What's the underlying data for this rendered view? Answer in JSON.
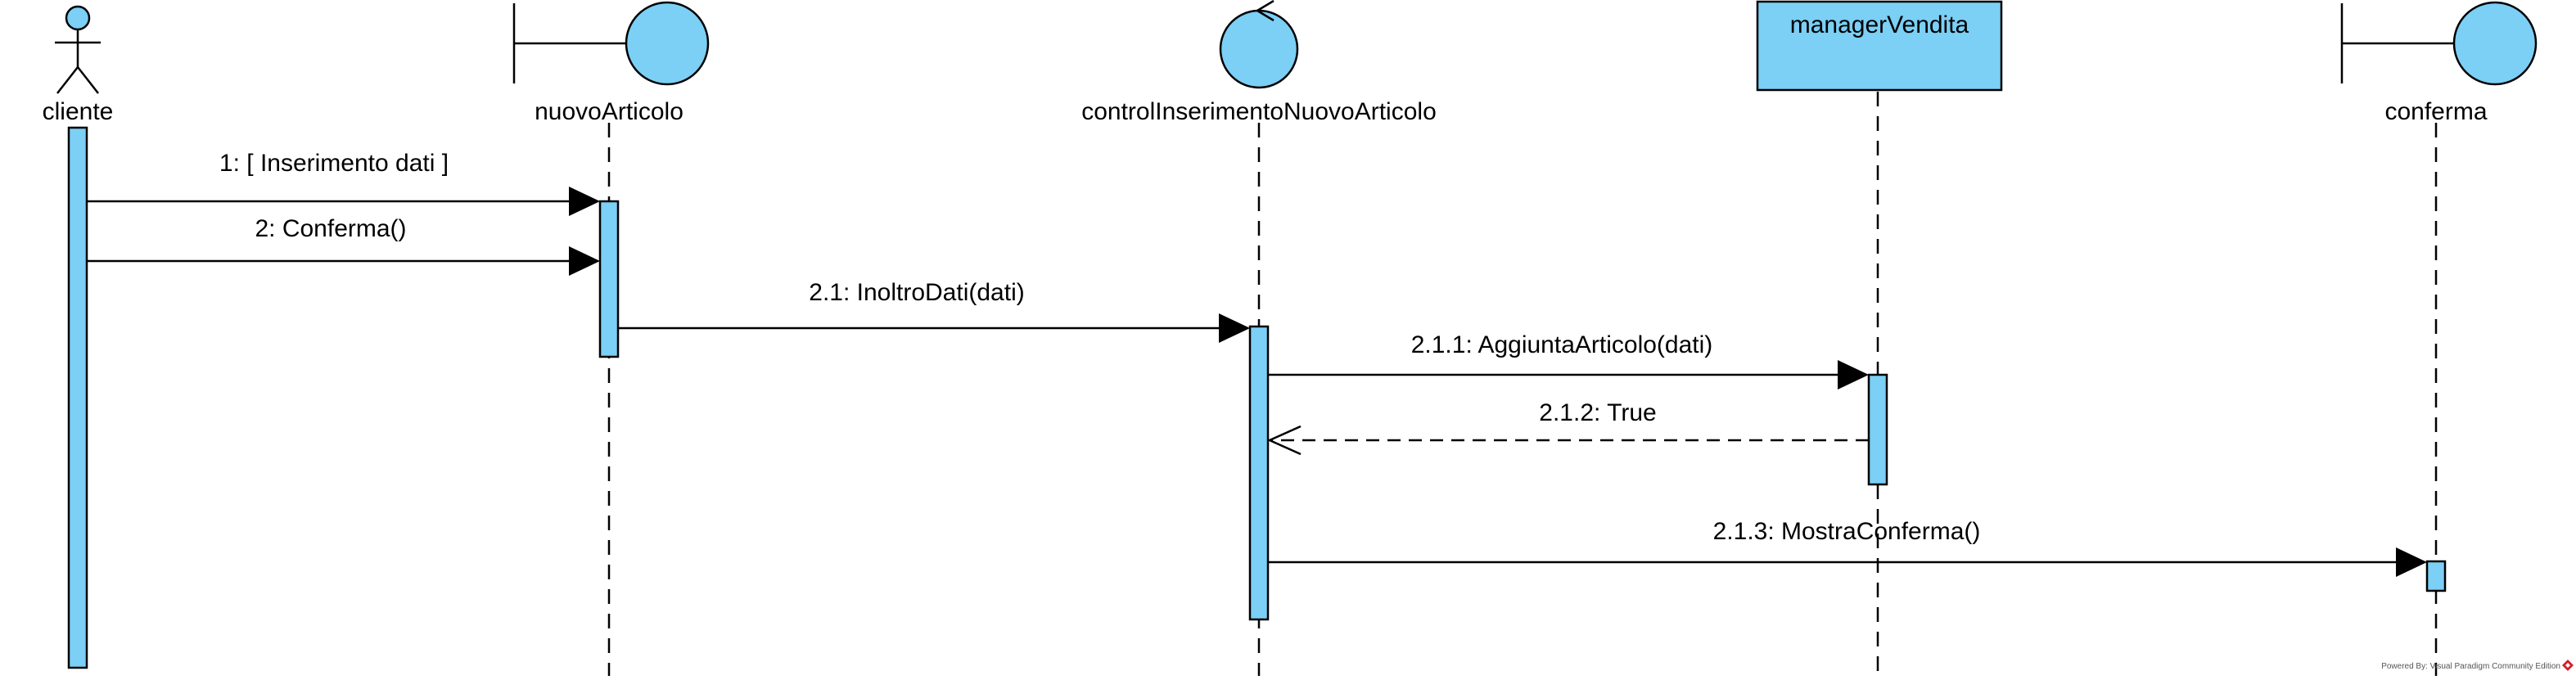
{
  "diagram": {
    "type": "UML sequence diagram",
    "participants": {
      "cliente": {
        "name": "cliente",
        "kind": "actor"
      },
      "nuovoArticolo": {
        "name": "nuovoArticolo",
        "kind": "boundary"
      },
      "controllo": {
        "name": "controlInserimentoNuovoArticolo",
        "kind": "control"
      },
      "manager": {
        "name": "managerVendita",
        "kind": "entity"
      },
      "conferma": {
        "name": "conferma",
        "kind": "boundary"
      }
    },
    "messages": {
      "m1": "1: [ Inserimento dati ]",
      "m2": "2: Conferma()",
      "m21": "2.1: InoltroDati(dati)",
      "m211": "2.1.1: AggiuntaArticolo(dati)",
      "m212": "2.1.2: True",
      "m213": "2.1.3: MostraConferma()"
    },
    "watermark": "Powered By: Visual Paradigm Community Edition"
  },
  "colors": {
    "fill": "#7ccff5",
    "stroke": "#000000",
    "logo": "#d4202a"
  }
}
